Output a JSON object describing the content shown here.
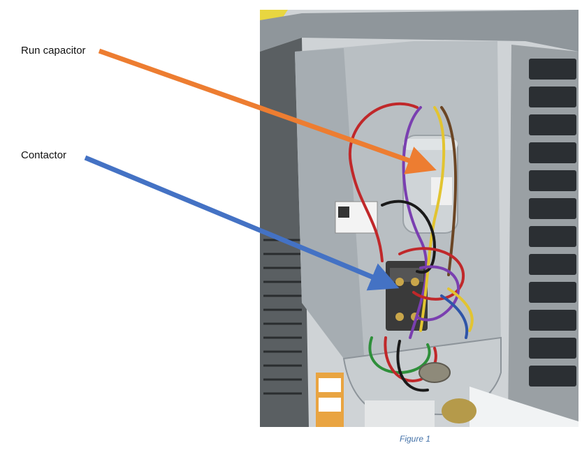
{
  "labels": {
    "run_capacitor": "Run capacitor",
    "contactor": "Contactor"
  },
  "caption": "Figure 1",
  "photo": {
    "subject": "air-conditioner-condenser-service-panel",
    "capacitor_arrow_color": "#ed7d31",
    "contactor_arrow_color": "#4472c4"
  }
}
